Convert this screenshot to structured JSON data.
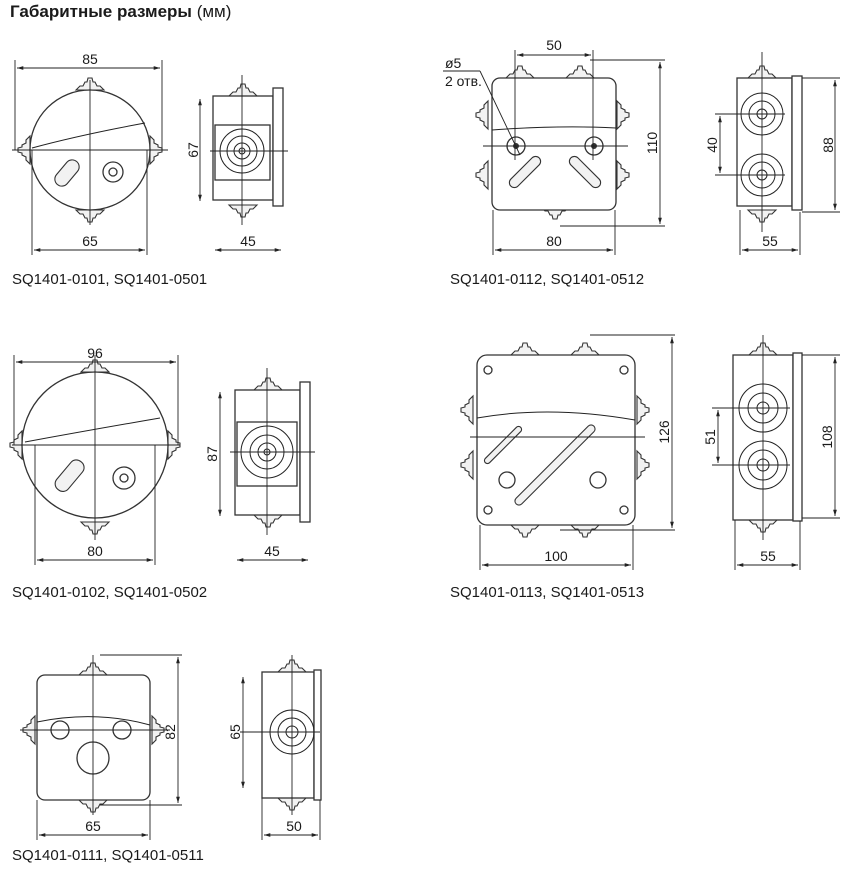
{
  "title": {
    "main": "Габаритные размеры",
    "unit": "(мм)"
  },
  "products": [
    {
      "label": "SQ1401-0101, SQ1401-0501",
      "dims": {
        "width_top": "85",
        "width_bottom": "65",
        "height": "67",
        "depth": "45"
      }
    },
    {
      "label": "SQ1401-0112, SQ1401-0512",
      "dims": {
        "hole_spacing": "50",
        "height": "110",
        "width": "80",
        "entry_spacing": "40",
        "side_height": "88",
        "depth": "55"
      },
      "hole_note": {
        "diameter": "ø5",
        "count": "2 отв."
      }
    },
    {
      "label": "SQ1401-0102, SQ1401-0502",
      "dims": {
        "width_top": "96",
        "width_bottom": "80",
        "height": "87",
        "depth": "45"
      }
    },
    {
      "label": "SQ1401-0113, SQ1401-0513",
      "dims": {
        "height": "126",
        "width": "100",
        "entry_spacing": "51",
        "side_height": "108",
        "depth": "55"
      }
    },
    {
      "label": "SQ1401-0111, SQ1401-0511",
      "dims": {
        "height": "82",
        "width": "65",
        "side_height": "65",
        "depth": "50"
      }
    }
  ]
}
